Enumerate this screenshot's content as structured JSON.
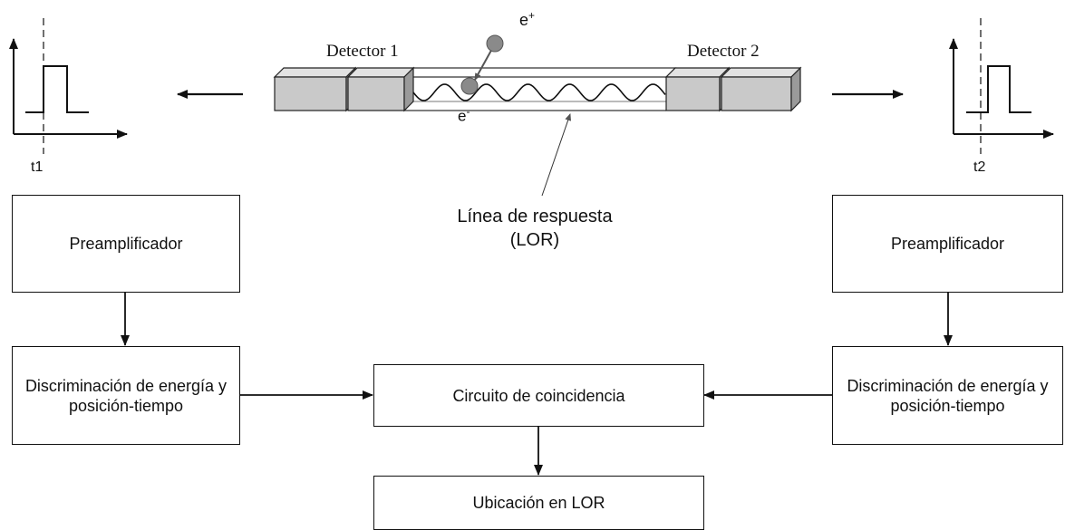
{
  "detector_left": {
    "label": "Detector 1"
  },
  "detector_right": {
    "label": "Detector 2"
  },
  "positron": {
    "label": "e",
    "sup": "+"
  },
  "electron": {
    "label": "e",
    "sup": "-"
  },
  "lor": {
    "line1": "Línea de respuesta",
    "line2": "(LOR)"
  },
  "timing_left": {
    "label": "t1"
  },
  "timing_right": {
    "label": "t2"
  },
  "boxes": {
    "preamp_left": "Preamplificador",
    "preamp_right": "Preamplificador",
    "discrim_left": "Discriminación de energía y posición-tiempo",
    "discrim_right": "Discriminación de energía y posición-tiempo",
    "coincidence": "Circuito de coincidencia",
    "location": "Ubicación en LOR"
  },
  "colors": {
    "detector_face": "#c9c9c9",
    "detector_top": "#e2e2e2",
    "detector_side": "#9a9a9a",
    "particle": "#8a8a8a",
    "line": "#111111"
  }
}
